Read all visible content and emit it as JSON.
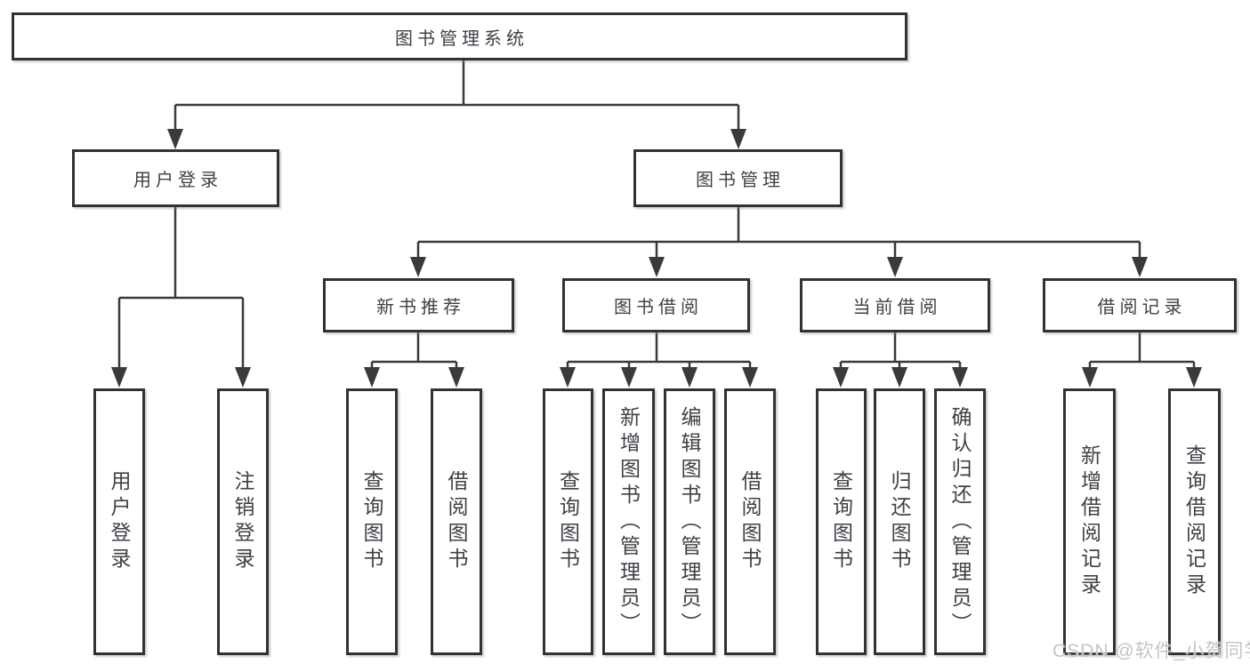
{
  "diagram": {
    "title_node": {
      "label": "图书管理系统"
    },
    "level2": [
      {
        "label": "用户登录",
        "parent": "图书管理系统"
      },
      {
        "label": "图书管理",
        "parent": "图书管理系统"
      }
    ],
    "level3": [
      {
        "label": "新书推荐",
        "parent": "图书管理"
      },
      {
        "label": "图书借阅",
        "parent": "图书管理"
      },
      {
        "label": "当前借阅",
        "parent": "图书管理"
      },
      {
        "label": "借阅记录",
        "parent": "图书管理"
      }
    ],
    "leaves": [
      {
        "label": "用户登录",
        "parent": "用户登录"
      },
      {
        "label": "注销登录",
        "parent": "用户登录"
      },
      {
        "label": "查询图书",
        "parent": "新书推荐"
      },
      {
        "label": "借阅图书",
        "parent": "新书推荐"
      },
      {
        "label": "查询图书",
        "parent": "图书借阅"
      },
      {
        "label": "新增图书（管理员）",
        "parent": "图书借阅"
      },
      {
        "label": "编辑图书（管理员）",
        "parent": "图书借阅"
      },
      {
        "label": "借阅图书",
        "parent": "图书借阅"
      },
      {
        "label": "查询图书",
        "parent": "当前借阅"
      },
      {
        "label": "归还图书",
        "parent": "当前借阅"
      },
      {
        "label": "确认归还（管理员）",
        "parent": "当前借阅"
      },
      {
        "label": "新增借阅记录",
        "parent": "借阅记录"
      },
      {
        "label": "查询借阅记录",
        "parent": "借阅记录"
      }
    ],
    "colors": {
      "line": "#3a3a3c",
      "border": "#313236",
      "text": "#3f4147",
      "background": "#ffffff",
      "watermark": "#c5c5c7"
    }
  },
  "watermark": {
    "text": "CSDN @软件_小贺同学"
  }
}
